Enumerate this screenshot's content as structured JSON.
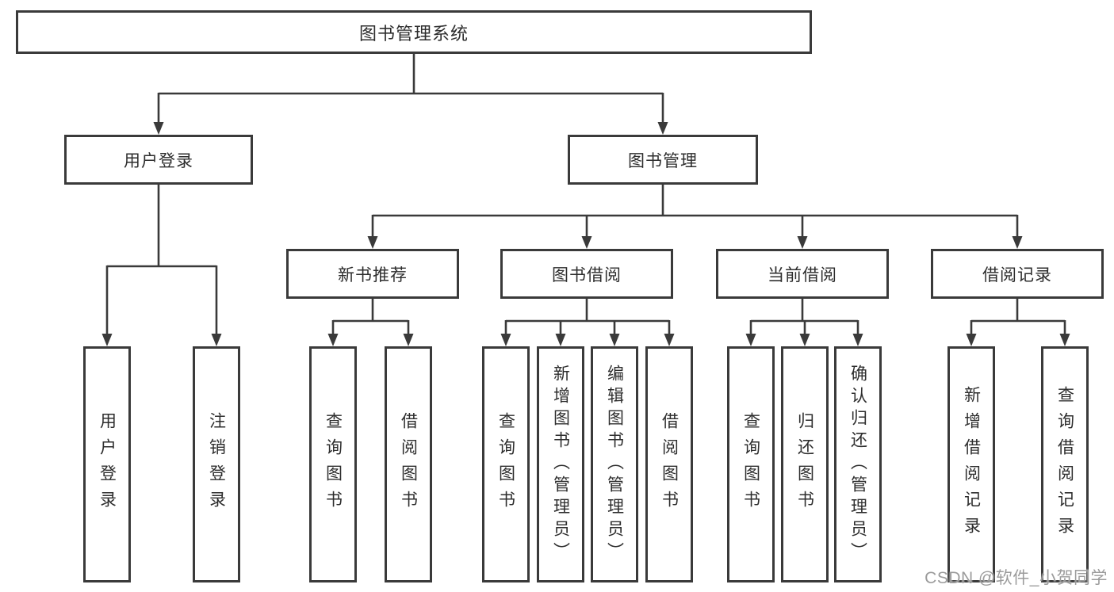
{
  "diagram_title": "图书管理系统",
  "nodes": {
    "root": "图书管理系统",
    "user_login": "用户登录",
    "book_mgmt": "图书管理",
    "new_book_rec": "新书推荐",
    "book_borrow": "图书借阅",
    "current_borrow": "当前借阅",
    "borrow_record": "借阅记录",
    "leaf_user_login": "用户登录",
    "leaf_logout": "注销登录",
    "leaf_query_book_1": "查询图书",
    "leaf_borrow_book_1": "借阅图书",
    "leaf_query_book_2": "查询图书",
    "leaf_add_book": "新增图书（管理员）",
    "leaf_edit_book": "编辑图书（管理员）",
    "leaf_borrow_book_2": "借阅图书",
    "leaf_query_book_3": "查询图书",
    "leaf_return_book": "归还图书",
    "leaf_confirm_return": "确认归还（管理员）",
    "leaf_add_borrow_record": "新增借阅记录",
    "leaf_query_borrow_record": "查询借阅记录"
  },
  "hierarchy": {
    "root": "图书管理系统",
    "children": [
      {
        "label": "用户登录",
        "children": [
          "用户登录",
          "注销登录"
        ]
      },
      {
        "label": "图书管理",
        "children": [
          {
            "label": "新书推荐",
            "children": [
              "查询图书",
              "借阅图书"
            ]
          },
          {
            "label": "图书借阅",
            "children": [
              "查询图书",
              "新增图书（管理员）",
              "编辑图书（管理员）",
              "借阅图书"
            ]
          },
          {
            "label": "当前借阅",
            "children": [
              "查询图书",
              "归还图书",
              "确认归还（管理员）"
            ]
          },
          {
            "label": "借阅记录",
            "children": [
              "新增借阅记录",
              "查询借阅记录"
            ]
          }
        ]
      }
    ]
  },
  "watermark": {
    "text": "CSDN @软件_小贺同学"
  },
  "colors": {
    "line": "#3a3a3a",
    "border": "#3a3a3a",
    "text": "#2d2d2d",
    "watermark": "#9b9b9b",
    "background": "#ffffff"
  }
}
